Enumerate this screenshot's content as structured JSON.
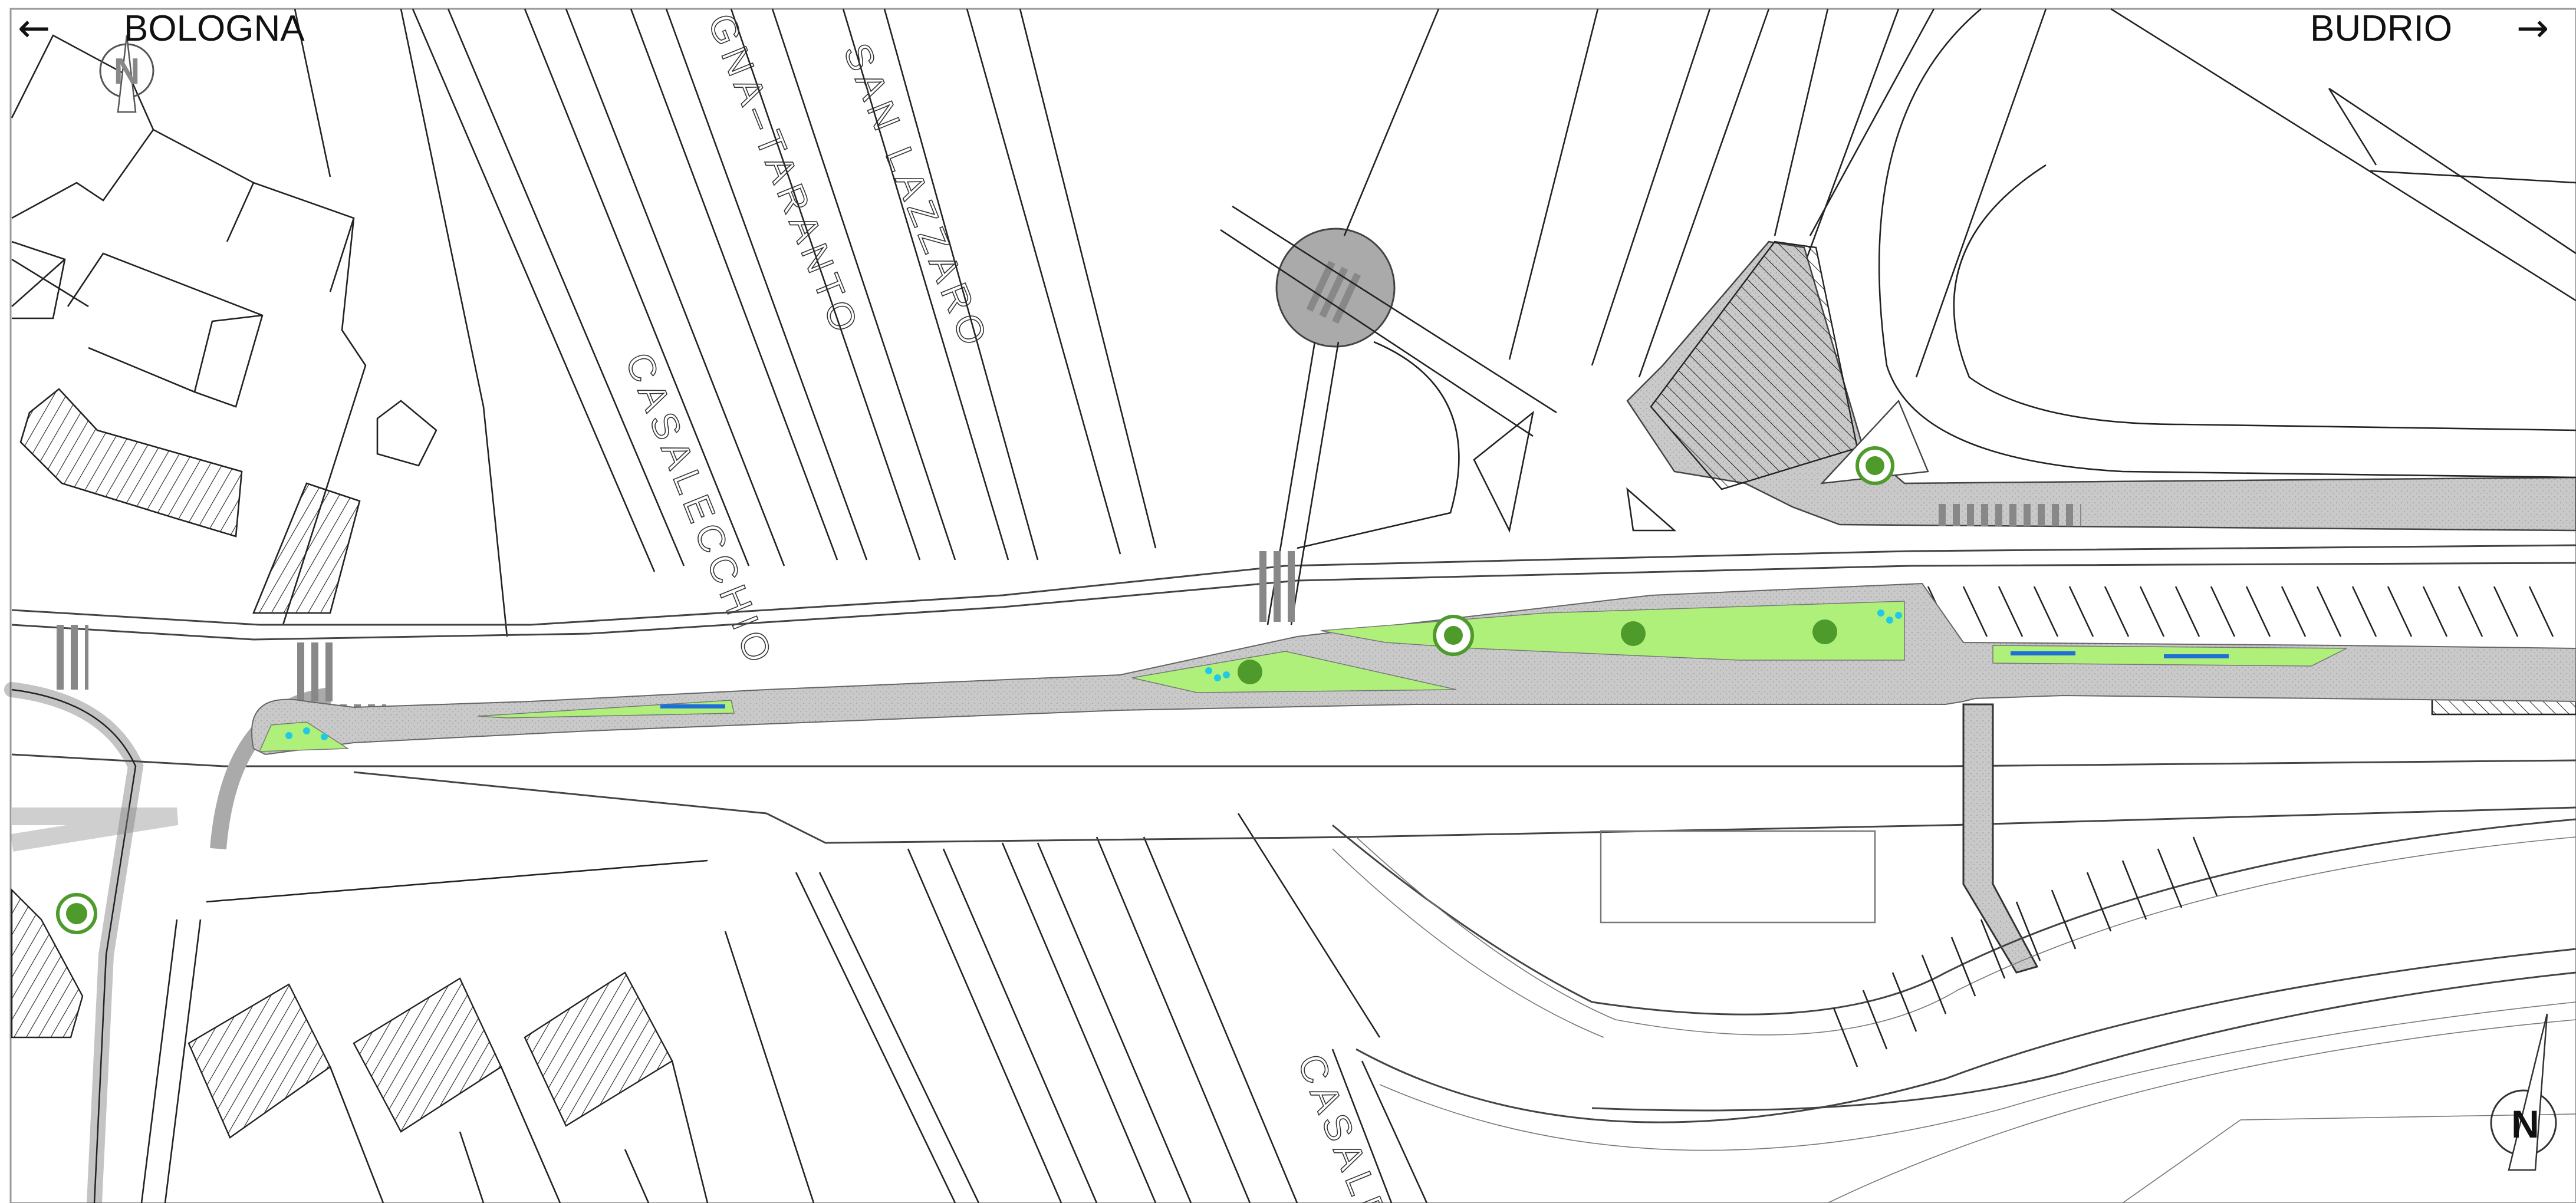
{
  "map": {
    "direction_left": {
      "arrow": "←",
      "label": "BOLOGNA"
    },
    "direction_right": {
      "arrow": "→",
      "label": "BUDRIO"
    },
    "street_labels": [
      "CASALECCHIO",
      "GNA–TARANTO",
      "SAN LAZZARO",
      "CASALE"
    ],
    "north_symbol": "N",
    "colors": {
      "green_area": "#aef07a",
      "tree": "#4e9a2a",
      "paving": "#c8c8c8",
      "water_feature": "#22c9e6",
      "bench": "#1f6fd6",
      "line": "#222222"
    },
    "icons": [
      "north-compass-icon",
      "tree-icon",
      "arrow-left-icon",
      "arrow-right-icon"
    ]
  }
}
